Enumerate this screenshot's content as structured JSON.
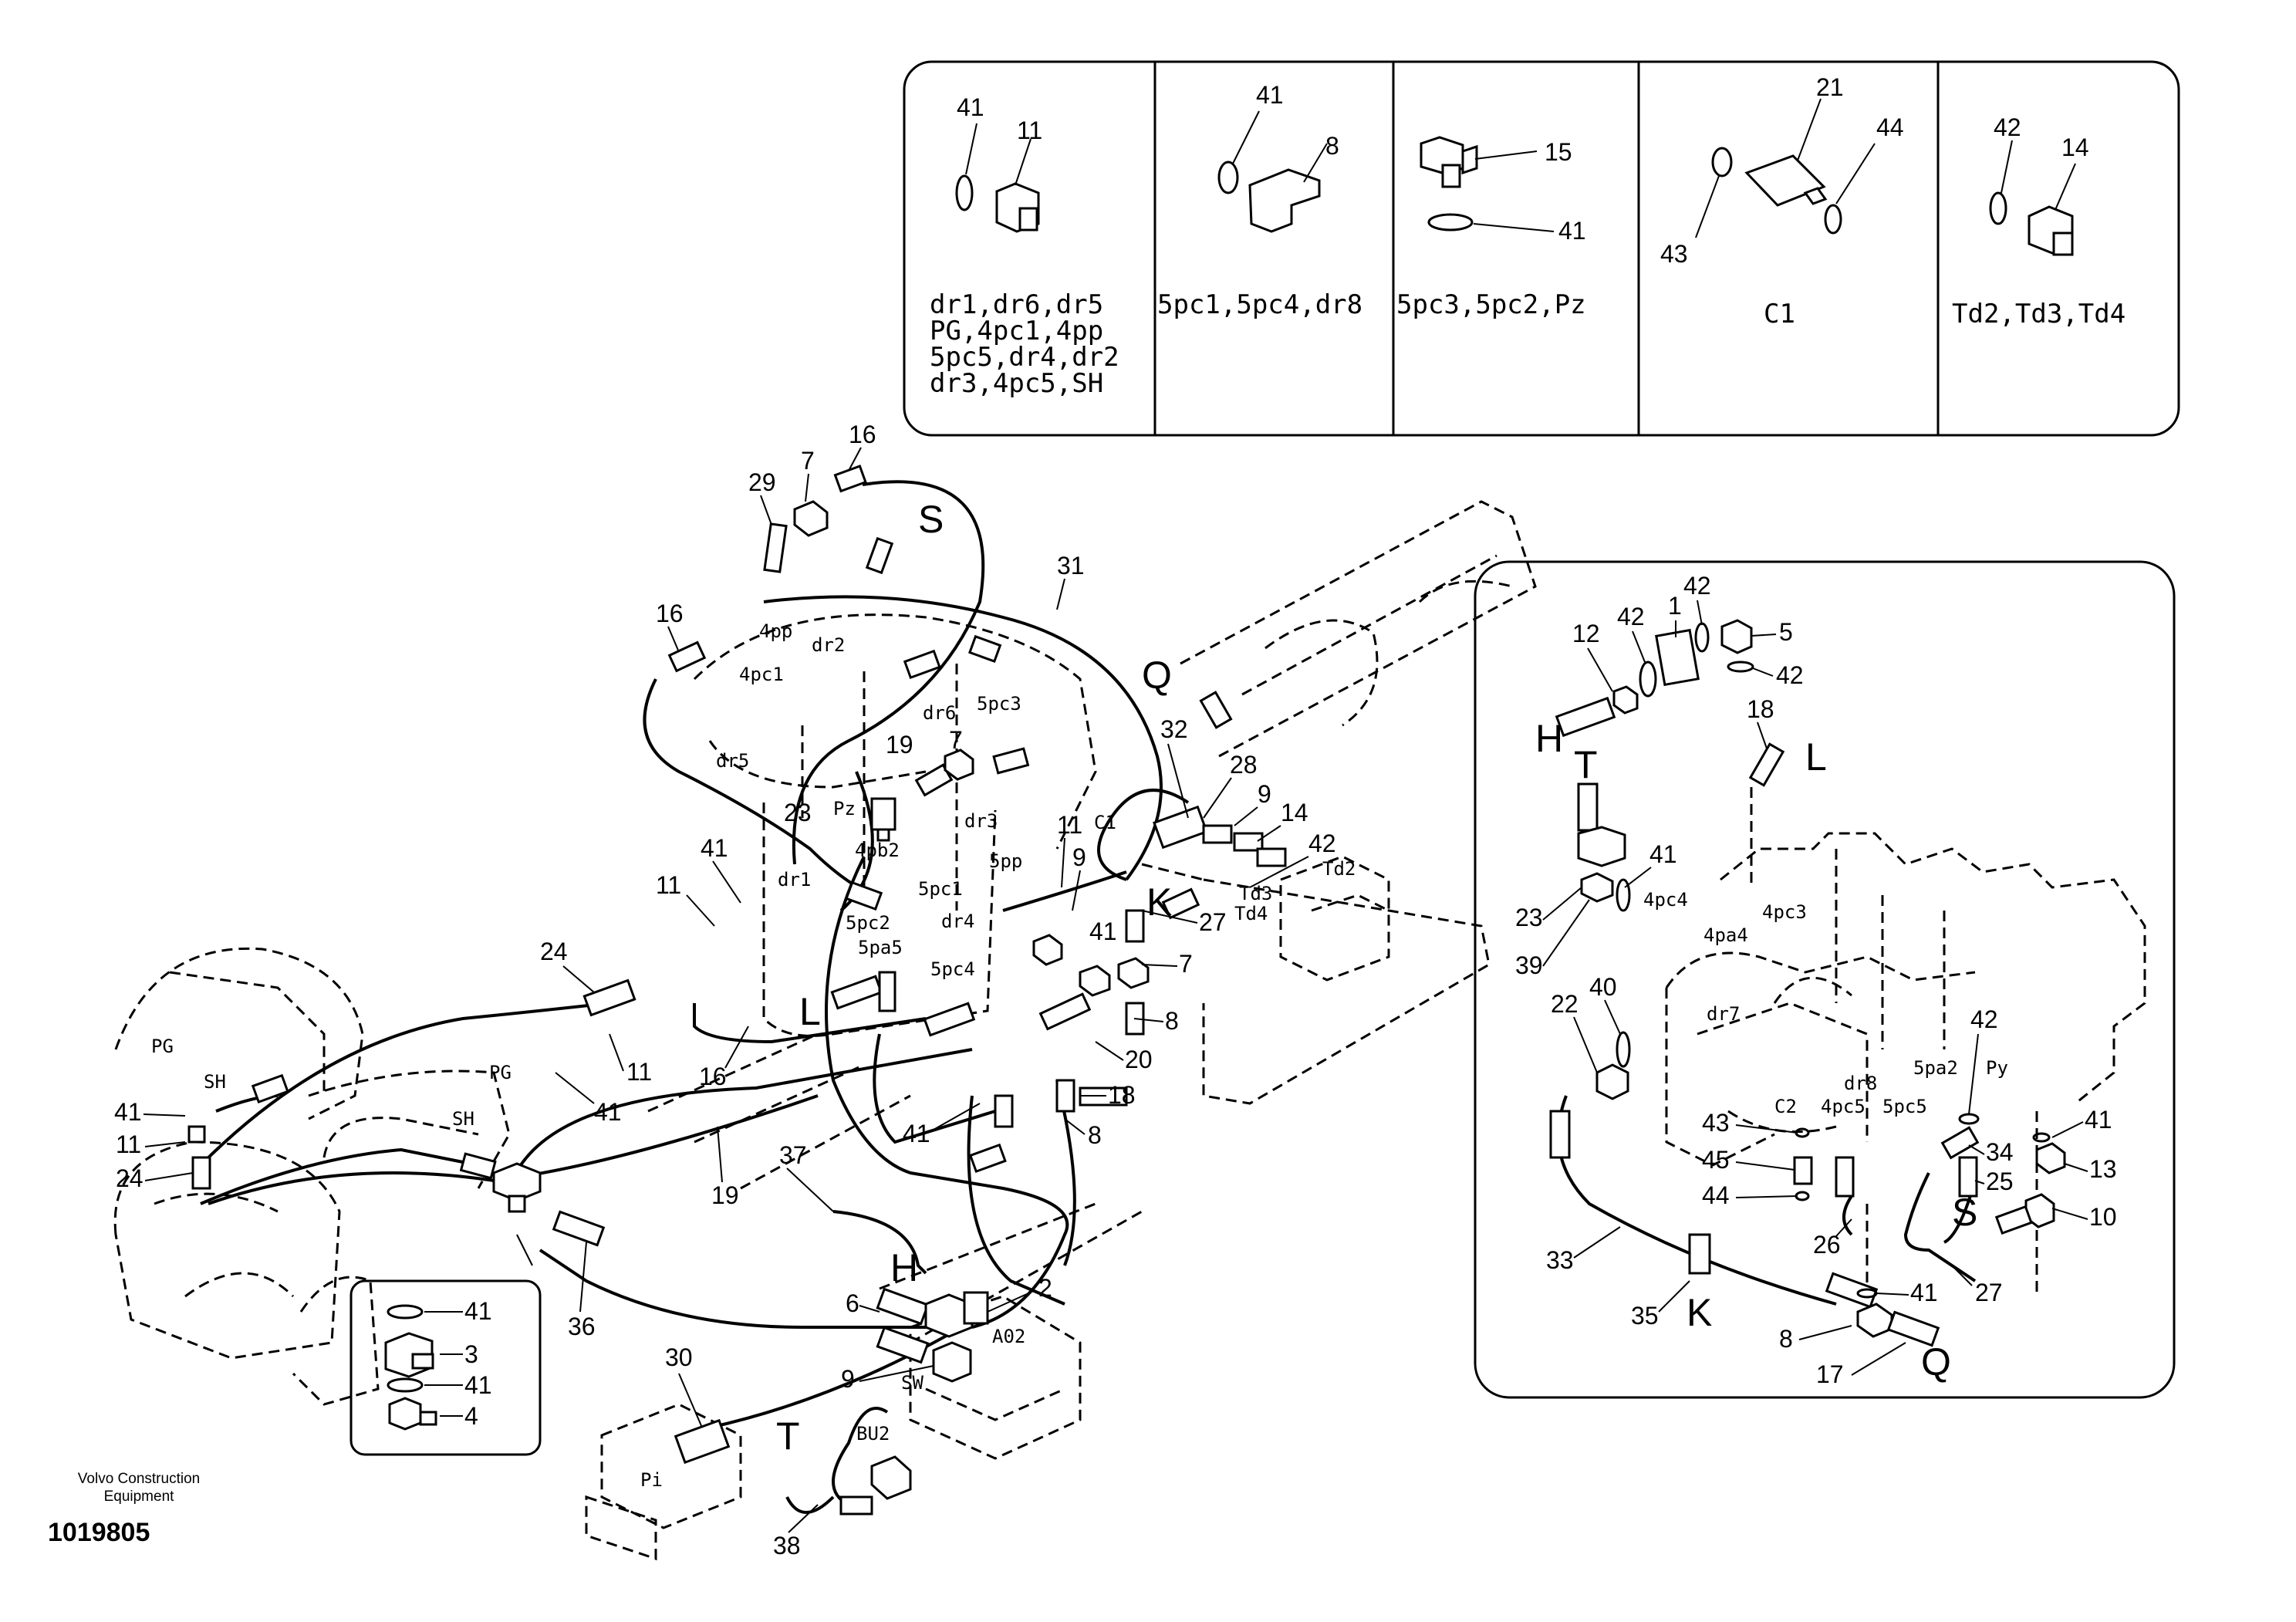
{
  "legend": [
    {
      "parts": [
        "41",
        "11"
      ],
      "ports": [
        "dr1,dr6,dr5",
        "PG,4pc1,4pp",
        "5pc5,dr4,dr2",
        "dr3,4pc5,SH"
      ]
    },
    {
      "parts": [
        "41",
        "8"
      ],
      "ports": [
        "5pc1,5pc4,dr8"
      ]
    },
    {
      "parts": [
        "15",
        "41"
      ],
      "ports": [
        "5pc3,5pc2,Pz"
      ]
    },
    {
      "parts": [
        "21",
        "44",
        "43"
      ],
      "ports": [
        "C1"
      ]
    },
    {
      "parts": [
        "42",
        "14"
      ],
      "ports": [
        "Td2,Td3,Td4"
      ]
    }
  ],
  "main_callouts": [
    "16",
    "29",
    "7",
    "31",
    "16",
    "19",
    "7",
    "32",
    "28",
    "9",
    "14",
    "42",
    "23",
    "41",
    "11",
    "9",
    "11",
    "27",
    "41",
    "7",
    "24",
    "11",
    "41",
    "16",
    "8",
    "20",
    "18",
    "8",
    "41",
    "41",
    "11",
    "24",
    "19",
    "37",
    "36",
    "6",
    "2",
    "9",
    "30",
    "38",
    "41",
    "3",
    "41",
    "4"
  ],
  "port_labels": [
    "4pp",
    "4pc1",
    "dr2",
    "dr6",
    "5pc3",
    "dr5",
    "Pz",
    "4pb2",
    "dr3",
    "C1",
    "5pp",
    "dr1",
    "5pc1",
    "5pc2",
    "dr4",
    "5pa5",
    "5pc4",
    "Td3",
    "Td2",
    "Td4",
    "PG",
    "SH",
    "PG",
    "SH",
    "A02",
    "SW",
    "BU2",
    "Pi"
  ],
  "connection_letters": [
    "S",
    "Q",
    "L",
    "K",
    "H",
    "T"
  ],
  "inset": {
    "callouts": [
      "12",
      "42",
      "1",
      "42",
      "5",
      "42",
      "18",
      "23",
      "41",
      "39",
      "22",
      "40",
      "42",
      "43",
      "45",
      "44",
      "34",
      "41",
      "13",
      "25",
      "10",
      "26",
      "33",
      "35",
      "41",
      "27",
      "8",
      "17"
    ],
    "port_labels": [
      "4pc4",
      "4pa4",
      "4pc3",
      "dr7",
      "dr8",
      "4pc5",
      "5pc5",
      "5pa2",
      "Py",
      "C2"
    ],
    "connection_letters": [
      "H",
      "T",
      "L",
      "S",
      "K",
      "Q"
    ]
  },
  "credit": [
    "Volvo Construction",
    "Equipment"
  ],
  "drawing_number": "1019805"
}
